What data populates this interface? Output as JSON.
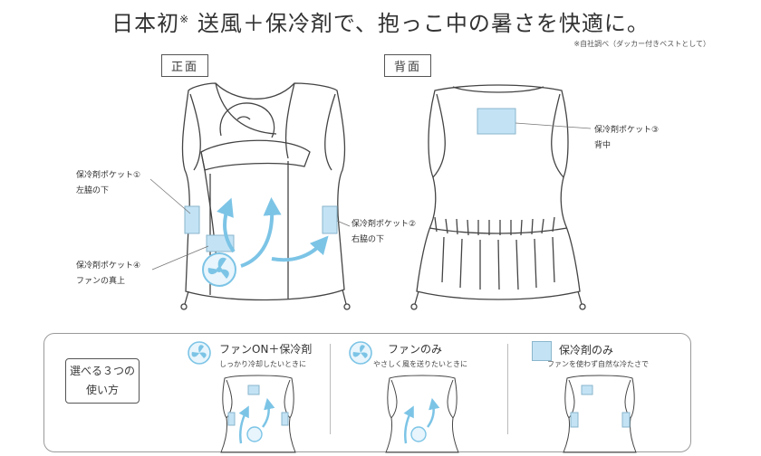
{
  "headline": {
    "main": "日本初",
    "mark": "※",
    "rest": "送風＋保冷剤で、抱っこ中の暑さを快適に。"
  },
  "footnote": "※自社調べ（ダッカー付きベストとして）",
  "views": {
    "front": "正面",
    "back": "背面"
  },
  "callouts": {
    "pocket1_title": "保冷剤ポケット①",
    "pocket1_sub": "左脇の下",
    "pocket2_title": "保冷剤ポケット②",
    "pocket2_sub": "右脇の下",
    "pocket3_title": "保冷剤ポケット③",
    "pocket3_sub": "背中",
    "pocket4_title": "保冷剤ポケット④",
    "pocket4_sub": "ファンの真上"
  },
  "usage": {
    "heading": [
      "選べる３つの",
      "使い方"
    ],
    "options": [
      {
        "title": "ファンON＋保冷剤",
        "sub": "しっかり冷却したいときに",
        "icon": "fan-icon"
      },
      {
        "title": "ファンのみ",
        "sub": "やさしく風を送りたいときに",
        "icon": "fan-icon"
      },
      {
        "title": "保冷剤のみ",
        "sub": "ファンを使わず自然な冷たさで",
        "icon": "cooling-pack-icon"
      }
    ]
  },
  "colors": {
    "pack": "#c3e3f5",
    "pack_border": "#8ab6cc",
    "air": "#7cc4e6",
    "line": "#444444"
  }
}
